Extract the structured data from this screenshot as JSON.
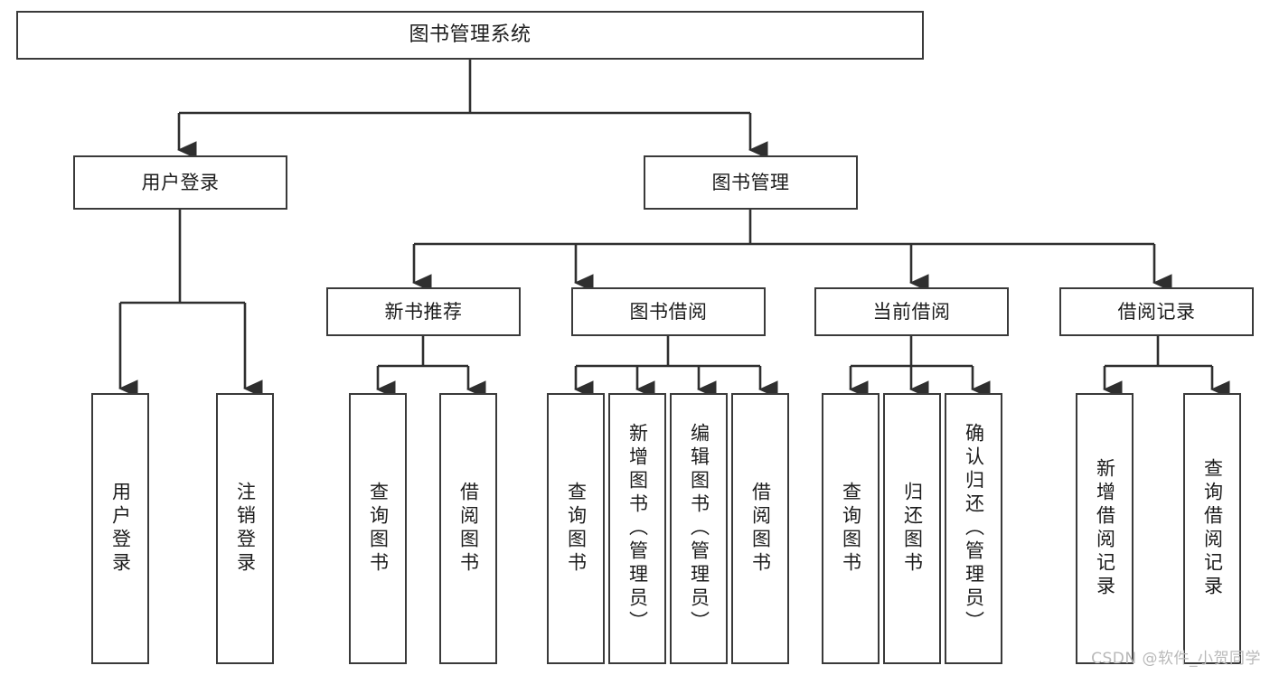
{
  "diagram": {
    "title": "图书管理系统",
    "type": "tree-hierarchy-chart",
    "stroke_color": "#3a3a3a",
    "fill_color": "#ffffff",
    "text_color": "#1c1c1c"
  },
  "nodes": {
    "root": {
      "label": "图书管理系统"
    },
    "level2": [
      {
        "id": "user-login",
        "label": "用户登录"
      },
      {
        "id": "book-manage",
        "label": "图书管理"
      }
    ],
    "level3": [
      {
        "id": "new-book-recommend",
        "label": "新书推荐"
      },
      {
        "id": "book-borrow",
        "label": "图书借阅"
      },
      {
        "id": "current-borrow",
        "label": "当前借阅"
      },
      {
        "id": "borrow-record",
        "label": "借阅记录"
      }
    ],
    "leaves": {
      "user_login": [
        {
          "id": "leaf-user-login",
          "label": "用户登录"
        },
        {
          "id": "leaf-user-logout",
          "label": "注销登录"
        }
      ],
      "new_book_recommend": [
        {
          "id": "leaf-query-book-1",
          "label": "查询图书"
        },
        {
          "id": "leaf-borrow-book-1",
          "label": "借阅图书"
        }
      ],
      "book_borrow": [
        {
          "id": "leaf-query-book-2",
          "label": "查询图书"
        },
        {
          "id": "leaf-add-book",
          "label": "新增图书（管理员）"
        },
        {
          "id": "leaf-edit-book",
          "label": "编辑图书（管理员）"
        },
        {
          "id": "leaf-borrow-book-2",
          "label": "借阅图书"
        }
      ],
      "current_borrow": [
        {
          "id": "leaf-query-book-3",
          "label": "查询图书"
        },
        {
          "id": "leaf-return-book",
          "label": "归还图书"
        },
        {
          "id": "leaf-confirm-return",
          "label": "确认归还（管理员）"
        }
      ],
      "borrow_record": [
        {
          "id": "leaf-add-record",
          "label": "新增借阅记录"
        },
        {
          "id": "leaf-query-record",
          "label": "查询借阅记录"
        }
      ]
    }
  },
  "watermark": {
    "text": "CSDN @软件_小贺同学"
  }
}
